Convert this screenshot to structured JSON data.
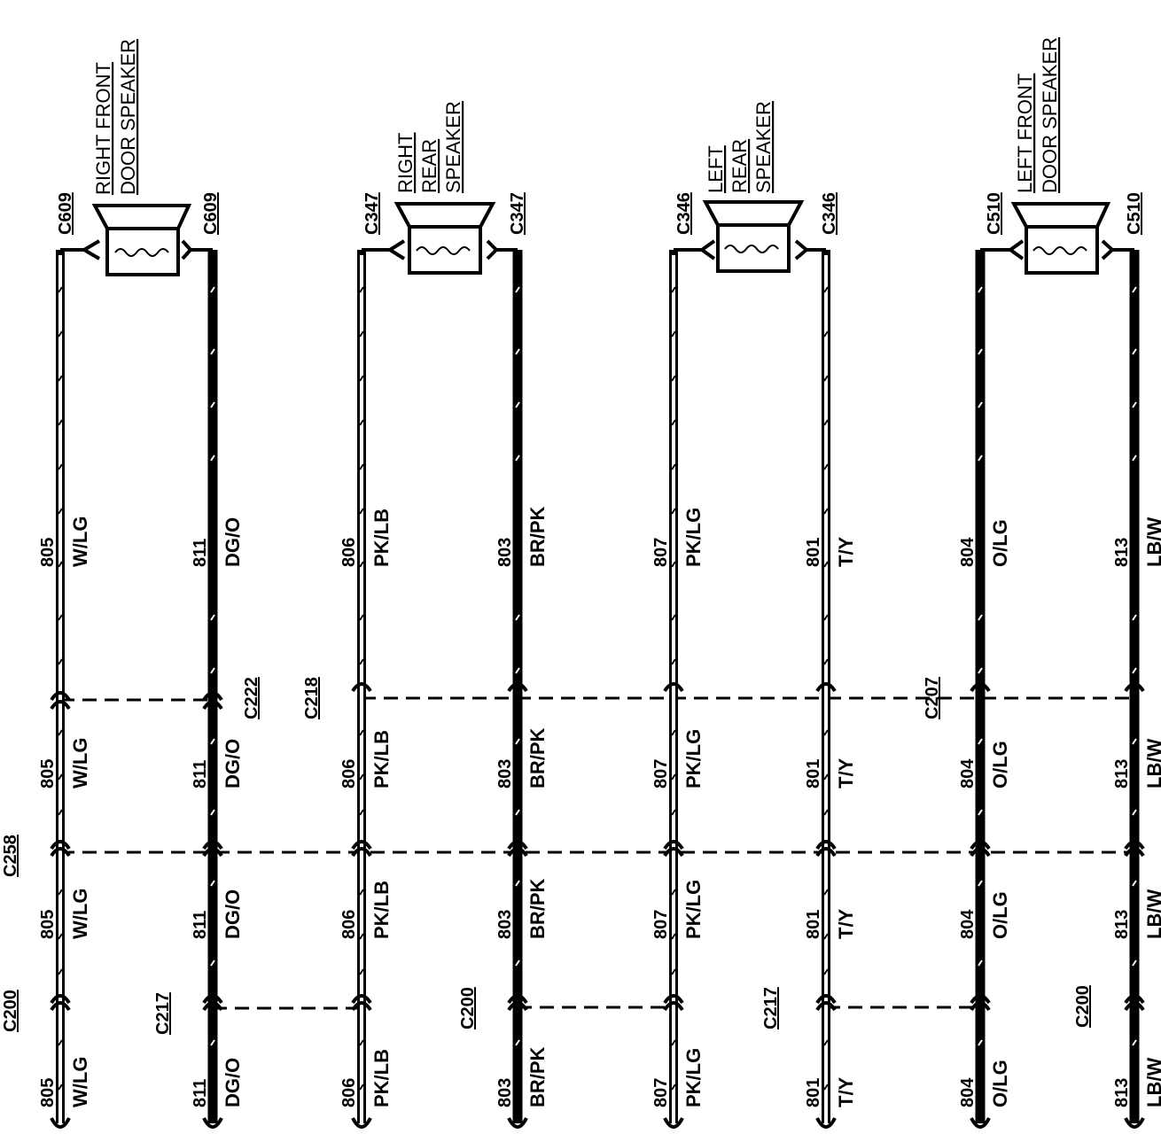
{
  "speakers": [
    {
      "title_lines": [
        "RIGHT FRONT",
        "DOOR SPEAKER"
      ],
      "left_connector": "C609",
      "right_connector": "C609"
    },
    {
      "title_lines": [
        "RIGHT",
        "REAR",
        "SPEAKER"
      ],
      "left_connector": "C347",
      "right_connector": "C347"
    },
    {
      "title_lines": [
        "LEFT",
        "REAR",
        "SPEAKER"
      ],
      "left_connector": "C346",
      "right_connector": "C346"
    },
    {
      "title_lines": [
        "LEFT FRONT",
        "DOOR SPEAKER"
      ],
      "left_connector": "C510",
      "right_connector": "C510"
    }
  ],
  "wires": [
    {
      "circuit": "805",
      "color": "W/LG"
    },
    {
      "circuit": "811",
      "color": "DG/O"
    },
    {
      "circuit": "806",
      "color": "PK/LB"
    },
    {
      "circuit": "803",
      "color": "BR/PK"
    },
    {
      "circuit": "807",
      "color": "PK/LG"
    },
    {
      "circuit": "801",
      "color": "T/Y"
    },
    {
      "circuit": "804",
      "color": "O/LG"
    },
    {
      "circuit": "813",
      "color": "LB/W"
    }
  ],
  "connectors": {
    "c222": "C222",
    "c218": "C218",
    "c207": "C207",
    "c258": "C258",
    "c200_a": "C200",
    "c217_a": "C217",
    "c200_b": "C200",
    "c217_b": "C217",
    "c200_c": "C200"
  },
  "colors": {
    "ink": "#000000",
    "background": "#ffffff"
  }
}
